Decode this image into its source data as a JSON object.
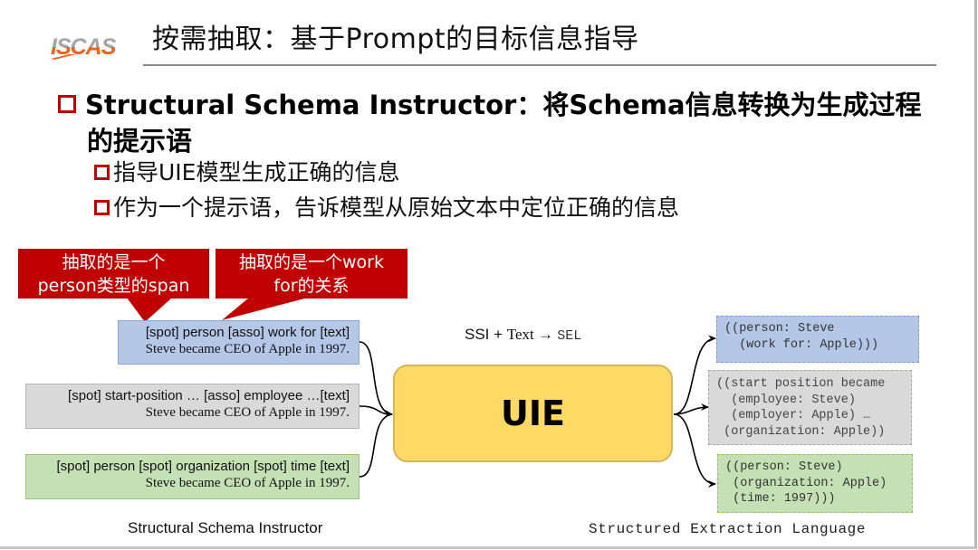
{
  "header": {
    "logo_text": "ISCAS",
    "title": "按需抽取：基于Prompt的目标信息指导"
  },
  "bullets": {
    "main_line1": "Structural Schema Instructor：将Schema信息转换为生成过程",
    "main_line2": "的提示语",
    "sub": [
      "指导UIE模型生成正确的信息",
      "作为一个提示语，告诉模型从原始文本中定位正确的信息"
    ]
  },
  "callouts": [
    {
      "line1": "抽取的是一个",
      "line2": "person类型的span"
    },
    {
      "line1": "抽取的是一个work",
      "line2": "for的关系"
    }
  ],
  "ssi_boxes": [
    {
      "schema": "[spot] person [asso] work for [text]",
      "text": "Steve became CEO of Apple in 1997.",
      "color": "#b4c7e7"
    },
    {
      "schema": "[spot] start-position … [asso] employee …[text]",
      "text": "Steve became CEO of Apple in 1997.",
      "color": "#d9d9d9"
    },
    {
      "schema": "[spot] person [spot] organization [spot] time [text]",
      "text": "Steve became CEO of Apple in 1997.",
      "color": "#c5e0b4"
    }
  ],
  "model": {
    "label": "UIE",
    "formula_ssi": "SSI + ",
    "formula_text": "Text → ",
    "formula_sel": "SEL",
    "color": "#ffd966"
  },
  "sel_boxes": [
    {
      "text": "((person: Steve\n  (work for: Apple)))",
      "color": "#b4c7e7"
    },
    {
      "text": "((start position became\n  (employee: Steve)\n  (employer: Apple) …\n (organization: Apple))",
      "color": "#d9d9d9"
    },
    {
      "text": "((person: Steve)\n (organization: Apple)\n (time: 1997)))",
      "color": "#c5e0b4"
    }
  ],
  "captions": {
    "left": "Structural Schema Instructor",
    "right": "Structured Extraction Language"
  },
  "colors": {
    "accent_red": "#c00000",
    "logo_gray": "#a6a6a6",
    "logo_orange": "#f0641e"
  }
}
